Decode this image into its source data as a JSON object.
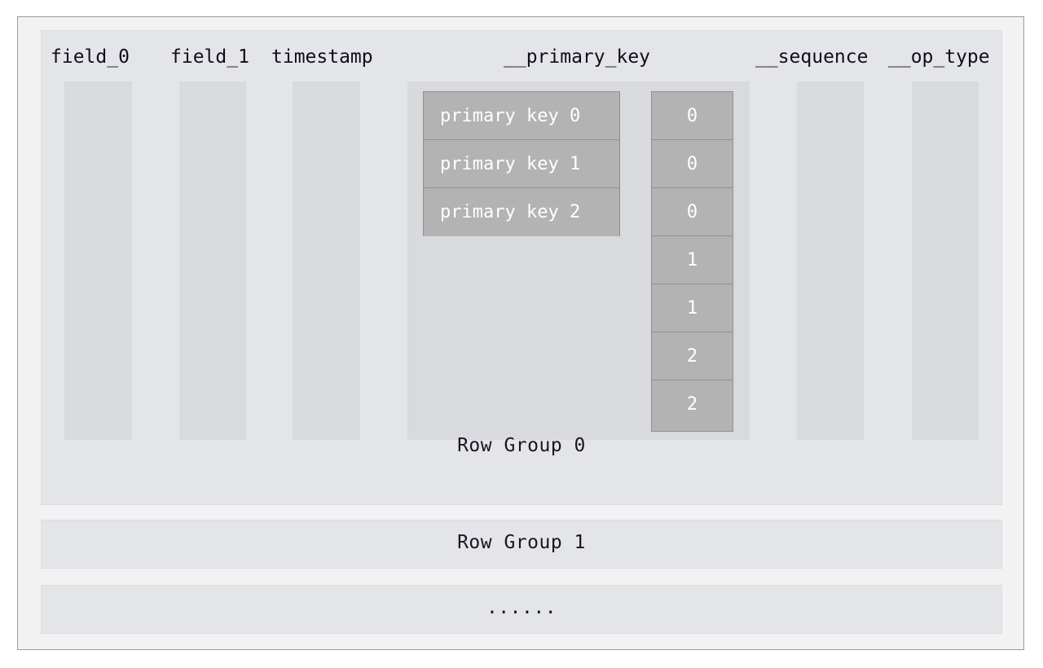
{
  "diagram": {
    "title_visible": false,
    "colors": {
      "page_background": "#ffffff",
      "frame_background": "#f2f2f3",
      "frame_border": "#9b9b9b",
      "row_group_background": "#e4e5e8",
      "row_group_border": "#dcdde0",
      "column_bar": "#d9dade",
      "data_cell_fill": "#b3b3b3",
      "data_cell_border": "#909090",
      "data_cell_text": "#ffffff",
      "label_text": "#110c1c"
    },
    "columns": [
      {
        "name": "field_0",
        "header": "field_0",
        "kind": "plain"
      },
      {
        "name": "field_1",
        "header": "field_1",
        "kind": "plain"
      },
      {
        "name": "timestamp",
        "header": "timestamp",
        "kind": "plain"
      },
      {
        "name": "__primary_key",
        "header": "__primary_key",
        "kind": "detailed"
      },
      {
        "name": "__sequence",
        "header": "__sequence",
        "kind": "plain"
      },
      {
        "name": "__op_type",
        "header": "__op_type",
        "kind": "plain"
      }
    ],
    "primary_key_cells": [
      "primary key 0",
      "primary key 1",
      "primary key 2"
    ],
    "sequence_cells": [
      "0",
      "0",
      "0",
      "1",
      "1",
      "2",
      "2"
    ],
    "row_groups": [
      {
        "label": "Row Group 0"
      },
      {
        "label": "Row Group 1"
      },
      {
        "label": "......"
      }
    ]
  }
}
